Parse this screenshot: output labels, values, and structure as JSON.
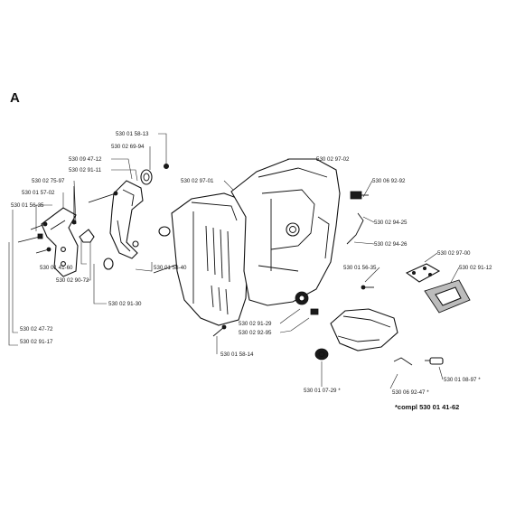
{
  "section_letter": "A",
  "footnote": "*compl 530 01 41-62",
  "labels": {
    "p_530_01_58_13": "530 01 58-13",
    "p_530_02_69_94": "530 02 69-94",
    "p_530_09_47_12": "530 09 47-12",
    "p_530_02_91_11": "530 02 91-11",
    "p_530_02_75_97": "530 02 75-97",
    "p_530_01_57_02": "530 01 57-02",
    "p_530_01_56_35_a": "530 01 56-35",
    "p_530_02_97_01": "530 02 97-01",
    "p_530_02_97_02": "530 02 97-02",
    "p_530_06_92_92": "530 06 92-92",
    "p_530_02_94_25": "530 02 94-25",
    "p_530_02_94_26": "530 02 94-26",
    "p_530_02_97_00": "530 02 97-00",
    "p_530_02_91_12": "530 02 91-12",
    "p_530_01_56_35_b": "530 01 56-35",
    "p_530_01_41_60": "530 01 41-60",
    "p_530_02_90_72": "530 02 90-72",
    "p_530_02_91_30": "530 02 91-30",
    "p_530_01_58_40": "530 01 58-40",
    "p_530_02_47_72": "530 02 47-72",
    "p_530_02_91_17": "530 02 91-17",
    "p_530_02_91_29": "530 02 91-29",
    "p_530_02_92_95": "530 02 92-95",
    "p_530_01_58_14": "530 01 58-14",
    "p_530_01_07_29": "530 01 07-29 *",
    "p_530_06_92_47": "530 06 92-47 *",
    "p_530_01_08_97": "530 01 08-97 *"
  }
}
